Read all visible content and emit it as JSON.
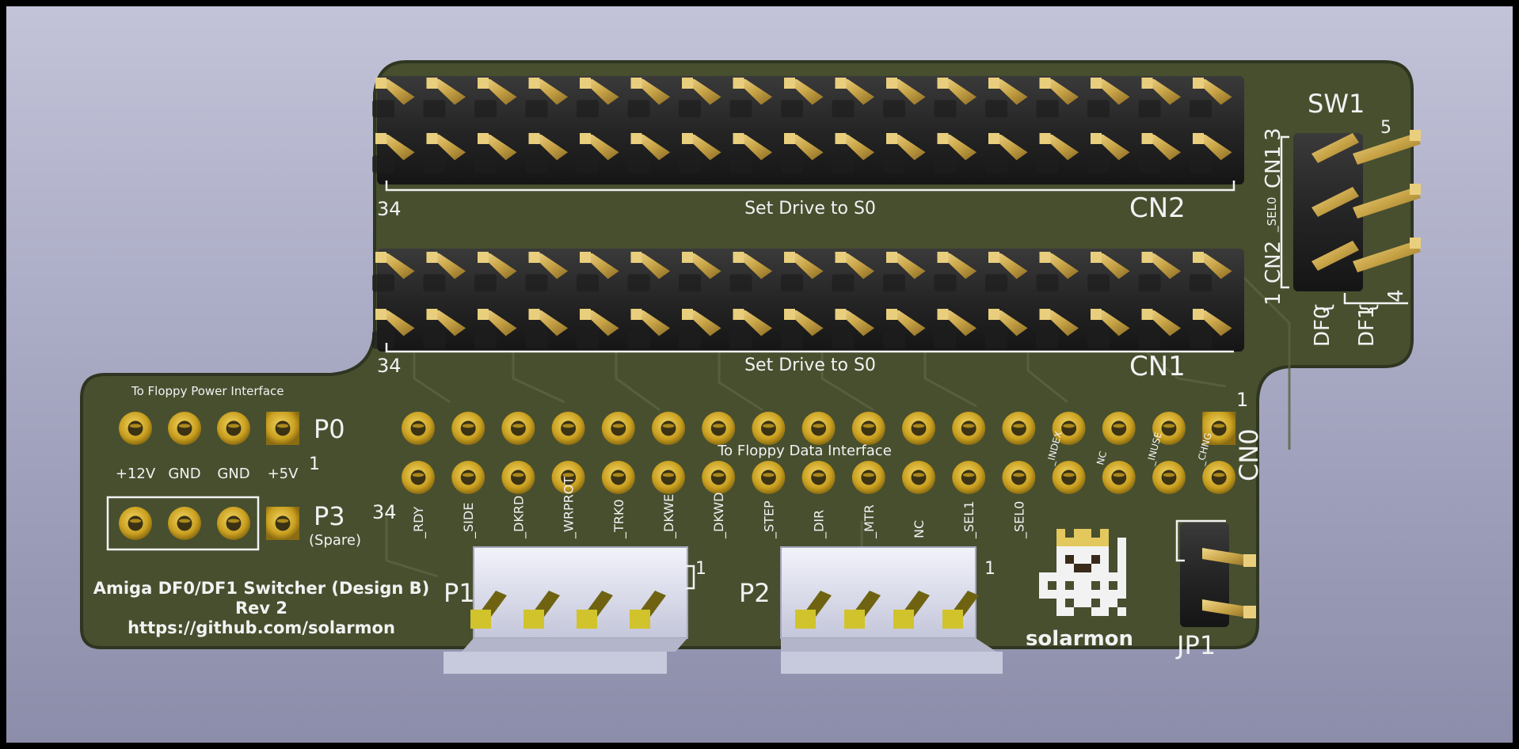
{
  "board": {
    "title": "Amiga DF0/DF1 Switcher (Design B)",
    "revision": "Rev 2",
    "url": "https://github.com/solarmon",
    "logo_text": "solarmon",
    "colors": {
      "pcb": "#474f2f",
      "pcb_edge": "#2f3520",
      "silkscreen": "#f2f2f2",
      "pin_gold": "#c9a548",
      "pad_gold": "#d6b13a",
      "header_plastic": "#262626",
      "connector_white": "#d9dbe9",
      "background_top": "#c2c3d8",
      "background_bottom": "#8c8daa"
    }
  },
  "cn2": {
    "ref": "CN2",
    "pin_label": "34",
    "caption": "Set Drive to S0"
  },
  "cn1": {
    "ref": "CN1",
    "pin_label": "34",
    "caption": "Set Drive to S0"
  },
  "sw1": {
    "ref": "SW1",
    "side_cn1": "CN1",
    "side_pin3": "3",
    "side_sel": "_SEL0",
    "side_cn2": "CN2",
    "side_pin1": "1",
    "pin5": "5",
    "pin4": "4",
    "df0": "DF0",
    "df1": "DF1"
  },
  "p0": {
    "ref": "P0",
    "caption": "To Floppy Power Interface",
    "pin1": "1",
    "labels": [
      "+12V",
      "GND",
      "GND",
      "+5V"
    ]
  },
  "p3": {
    "ref": "P3",
    "note": "(Spare)"
  },
  "cn0": {
    "ref": "CN0",
    "pin1": "1",
    "pin34": "34",
    "caption": "To Floppy Data Interface",
    "bottom_labels": [
      "_RDY",
      "_SIDE",
      "_DKRD",
      "_WRPROT",
      "_TRK0",
      "_DKWE",
      "_DKWD",
      "_STEP",
      "_DIR",
      "_MTR",
      "NC",
      "_SEL1",
      "_SEL0"
    ],
    "top_labels": [
      "_INDEX",
      "NC",
      "_INUSE",
      "_CHNG"
    ]
  },
  "p1": {
    "ref": "P1",
    "pin1": "1"
  },
  "p2": {
    "ref": "P2",
    "pin1": "1"
  },
  "jp1": {
    "ref": "JP1"
  }
}
